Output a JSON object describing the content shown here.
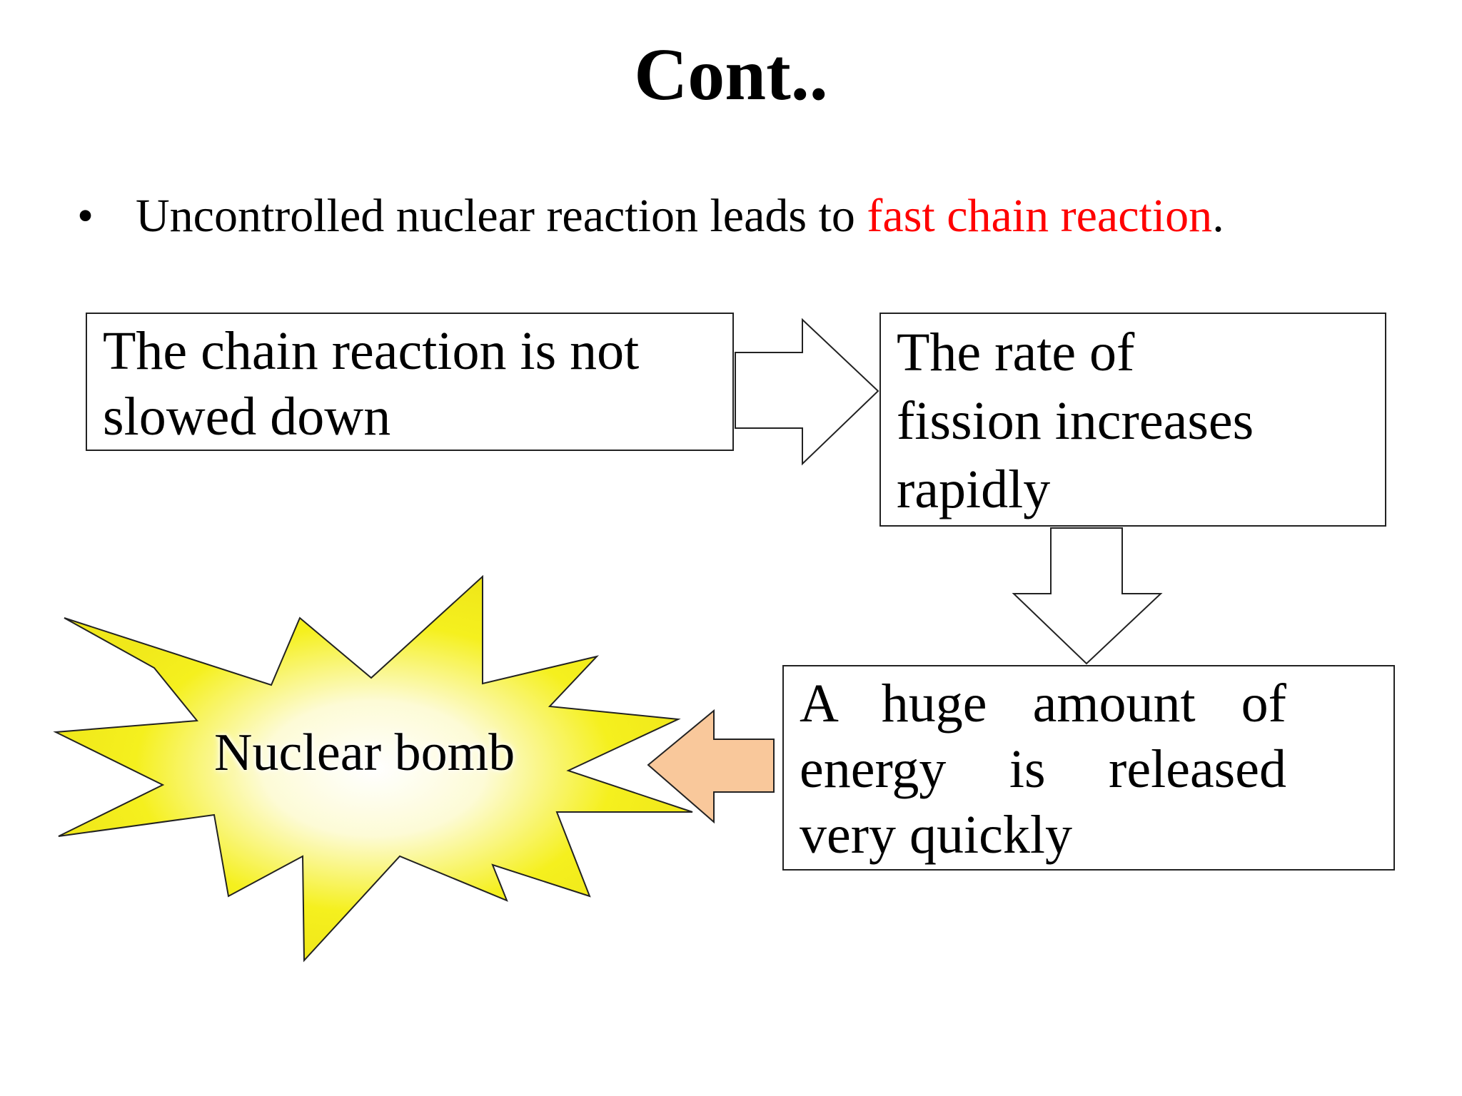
{
  "slide": {
    "title": "Cont..",
    "bullet": {
      "marker": "•",
      "text_before": "Uncontrolled nuclear reaction leads to ",
      "highlight": "fast chain reaction",
      "text_after": ".",
      "highlight_color": "#ff0000"
    }
  },
  "flow": {
    "box1": {
      "text": "The chain reaction is not slowed down"
    },
    "box2": {
      "lines": [
        "The rate of",
        "fission increases",
        "rapidly"
      ]
    },
    "box3": {
      "lines": [
        "A huge amount of",
        "energy is released",
        "very quickly"
      ]
    },
    "explosion": {
      "label": "Nuclear bomb",
      "fill_color": "#f5f01e",
      "glow_color": "#ffffff"
    },
    "arrow_colors": {
      "outline": "#222222",
      "fill": "#ffffff",
      "highlight_fill": "#f9c89b"
    }
  }
}
